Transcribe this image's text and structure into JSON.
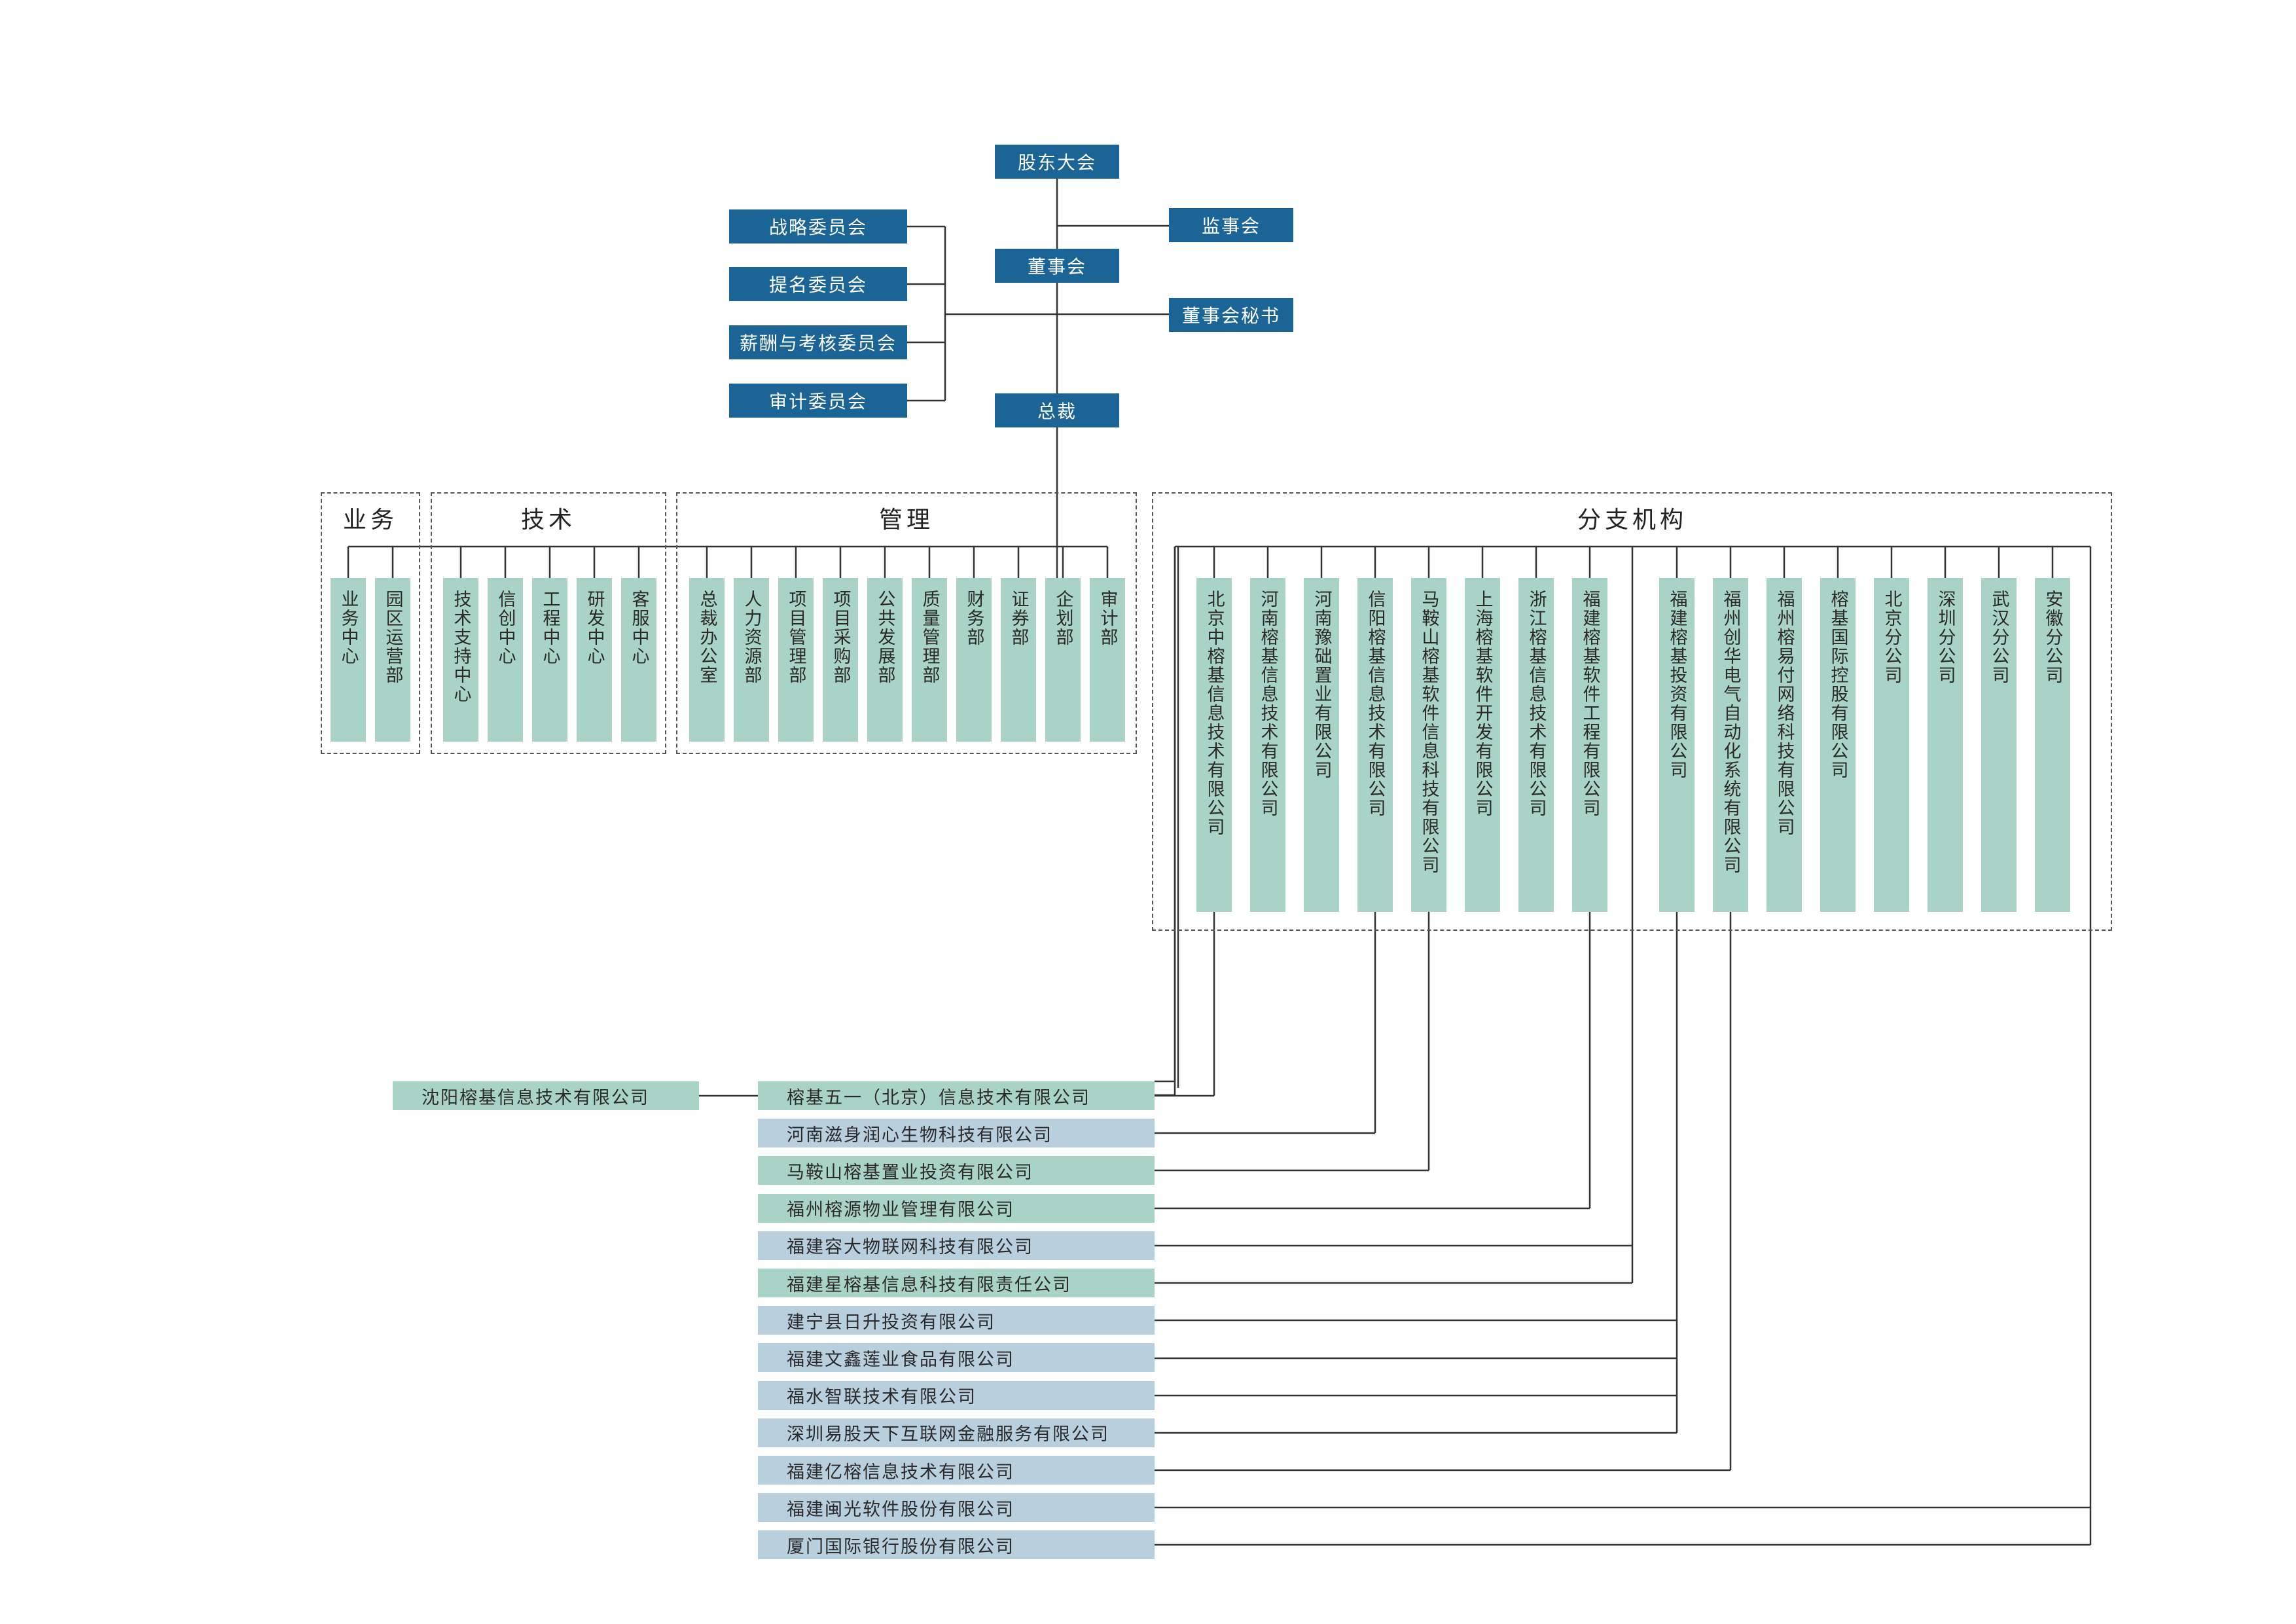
{
  "governance": {
    "shareholders": "股东大会",
    "board": "董事会",
    "supervisors": "监事会",
    "board_secretary": "董事会秘书",
    "president": "总裁",
    "committees": [
      "战略委员会",
      "提名委员会",
      "薪酬与考核委员会",
      "审计委员会"
    ]
  },
  "groups": {
    "business": {
      "title": "业务",
      "items": [
        "业务中心",
        "园区运营部"
      ]
    },
    "technology": {
      "title": "技术",
      "items": [
        "技术支持中心",
        "信创中心",
        "工程中心",
        "研发中心",
        "客服中心"
      ]
    },
    "management": {
      "title": "管理",
      "items": [
        "总裁办公室",
        "人力资源部",
        "项目管理部",
        "项目采购部",
        "公共发展部",
        "质量管理部",
        "财务部",
        "证券部",
        "企划部",
        "审计部"
      ]
    },
    "branches": {
      "title": "分支机构",
      "items": [
        "北京中榕基信息技术有限公司",
        "河南榕基信息技术有限公司",
        "河南豫础置业有限公司",
        "信阳榕基信息技术有限公司",
        "马鞍山榕基软件信息科技有限公司",
        "上海榕基软件开发有限公司",
        "浙江榕基信息技术有限公司",
        "福建榕基软件工程有限公司",
        "福建榕基投资有限公司",
        "福州创华电气自动化系统有限公司",
        "福州榕易付网络科技有限公司",
        "榕基国际控股有限公司",
        "北京分公司",
        "深圳分公司",
        "武汉分公司",
        "安徽分公司"
      ]
    }
  },
  "affiliates": {
    "shenyang": "沈阳榕基信息技术有限公司",
    "items": [
      {
        "name": "榕基五一（北京）信息技术有限公司",
        "color": "green"
      },
      {
        "name": "河南滋身润心生物科技有限公司",
        "color": "blue"
      },
      {
        "name": "马鞍山榕基置业投资有限公司",
        "color": "green"
      },
      {
        "name": "福州榕源物业管理有限公司",
        "color": "green"
      },
      {
        "name": "福建容大物联网科技有限公司",
        "color": "blue"
      },
      {
        "name": "福建星榕基信息科技有限责任公司",
        "color": "green"
      },
      {
        "name": "建宁县日升投资有限公司",
        "color": "blue"
      },
      {
        "name": "福建文鑫莲业食品有限公司",
        "color": "blue"
      },
      {
        "name": "福水智联技术有限公司",
        "color": "blue"
      },
      {
        "name": "深圳易股天下互联网金融服务有限公司",
        "color": "blue"
      },
      {
        "name": "福建亿榕信息技术有限公司",
        "color": "blue"
      },
      {
        "name": "福建闽光软件股份有限公司",
        "color": "blue"
      },
      {
        "name": "厦门国际银行股份有限公司",
        "color": "blue"
      }
    ]
  },
  "colors": {
    "dark_box": "#1a6496",
    "green_box": "#a9d3c6",
    "blue_box": "#b8cfde",
    "line": "#333333"
  }
}
